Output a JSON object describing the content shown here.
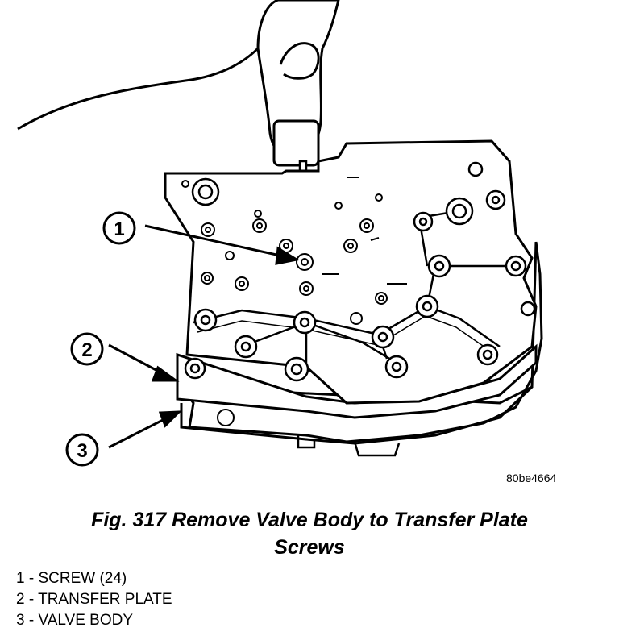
{
  "callouts": [
    {
      "number": "1"
    },
    {
      "number": "2"
    },
    {
      "number": "3"
    }
  ],
  "figure_id": "80be4664",
  "caption": {
    "line1": "Fig. 317 Remove Valve Body to Transfer Plate",
    "line2": "Screws"
  },
  "legend": [
    {
      "text": "1 - SCREW (24)"
    },
    {
      "text": "2 - TRANSFER PLATE"
    },
    {
      "text": "3 - VALVE BODY"
    }
  ]
}
